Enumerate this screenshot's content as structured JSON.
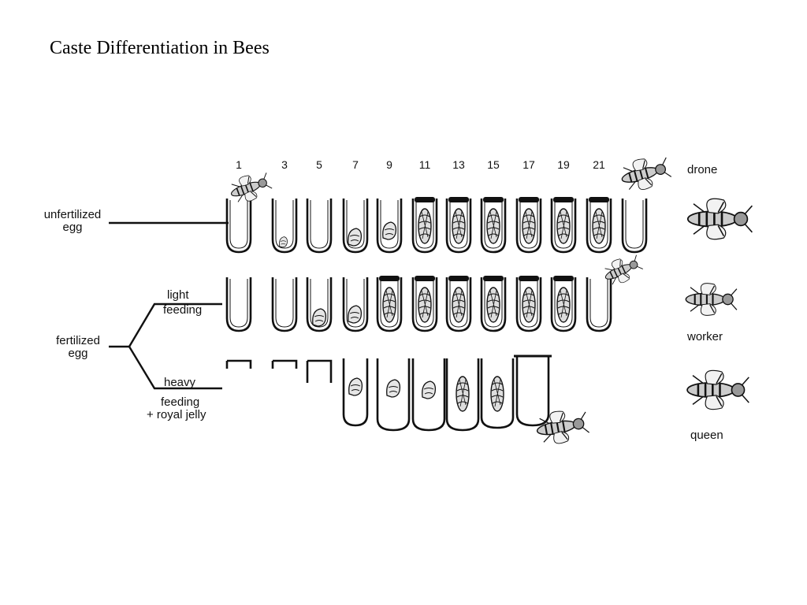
{
  "title": "Caste Differentiation in Bees",
  "days": [
    "1",
    "3",
    "5",
    "7",
    "9",
    "11",
    "13",
    "15",
    "17",
    "19",
    "21"
  ],
  "inputs": {
    "unfertilized_line1": "unfertilized",
    "unfertilized_line2": "egg",
    "fertilized_line1": "fertilized",
    "fertilized_line2": "egg"
  },
  "branches": {
    "light_line1": "light",
    "light_line2": "feeding",
    "heavy_line1": "heavy",
    "heavy_line2": "feeding",
    "heavy_line3": "+ royal jelly"
  },
  "castes": {
    "drone": "drone",
    "worker": "worker",
    "queen": "queen"
  },
  "colors": {
    "ink": "#111111",
    "background": "#ffffff"
  },
  "icons": {
    "cell": "brood-cell-icon",
    "larva": "larva-icon",
    "pupa": "pupa-icon",
    "bee": "bee-icon"
  }
}
